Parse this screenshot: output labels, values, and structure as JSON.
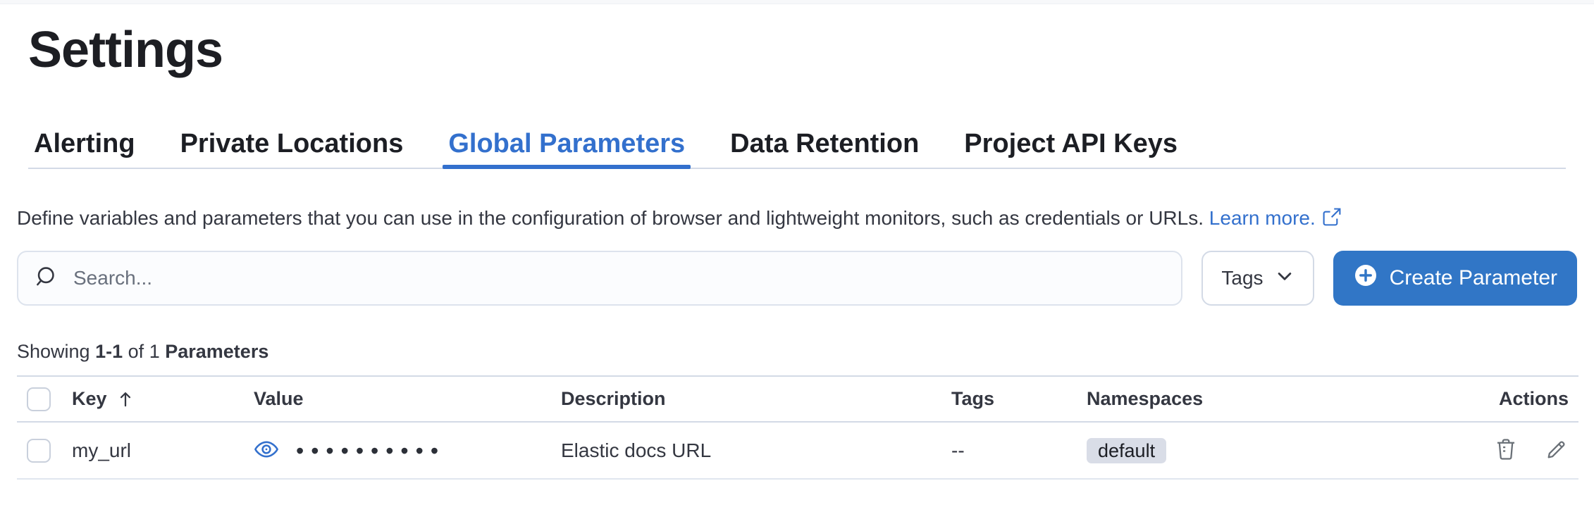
{
  "page": {
    "title": "Settings"
  },
  "tabs": [
    {
      "label": "Alerting"
    },
    {
      "label": "Private Locations"
    },
    {
      "label": "Global Parameters"
    },
    {
      "label": "Data Retention"
    },
    {
      "label": "Project API Keys"
    }
  ],
  "active_tab": "Global Parameters",
  "description": {
    "text": "Define variables and parameters that you can use in the configuration of browser and lightweight monitors, such as credentials or URLs.",
    "link_label": "Learn more."
  },
  "filters": {
    "search_placeholder": "Search...",
    "tags_button_label": "Tags",
    "create_button_label": "Create Parameter"
  },
  "summary": {
    "prefix": "Showing",
    "range": "1-1",
    "middle": "of",
    "total": "1",
    "entity": "Parameters"
  },
  "table": {
    "columns": {
      "key": "Key",
      "value": "Value",
      "description": "Description",
      "tags": "Tags",
      "namespaces": "Namespaces",
      "actions": "Actions"
    },
    "sorted_column": "Key",
    "sort_direction": "ascending",
    "rows": [
      {
        "key": "my_url",
        "value_mask": "••••••••••",
        "description": "Elastic docs URL",
        "tags": "--",
        "namespace": "default"
      }
    ]
  },
  "colors": {
    "primary_button": "#3176c6",
    "link_blue": "#3370cd",
    "tab_active": "#3370cd",
    "badge_background": "#d9dde7",
    "border_gray": "#d3dae6"
  }
}
